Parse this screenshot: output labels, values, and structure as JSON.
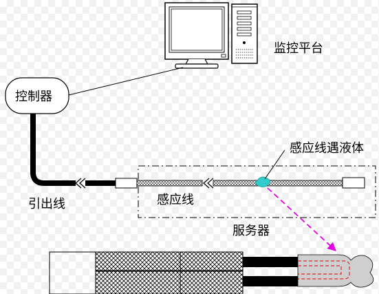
{
  "labels": {
    "monitor_platform": "监控平台",
    "controller": "控制器",
    "lead_wire": "引出线",
    "sensing_line_liquid": "感应线遇液体",
    "sensing_line": "感应线",
    "server": "服务器"
  },
  "colors": {
    "cable": "#000000",
    "arrow": "#e000e0",
    "liquid": "#33cccc",
    "inner_trace": "#e00000",
    "probe": "#cfcfcf"
  }
}
